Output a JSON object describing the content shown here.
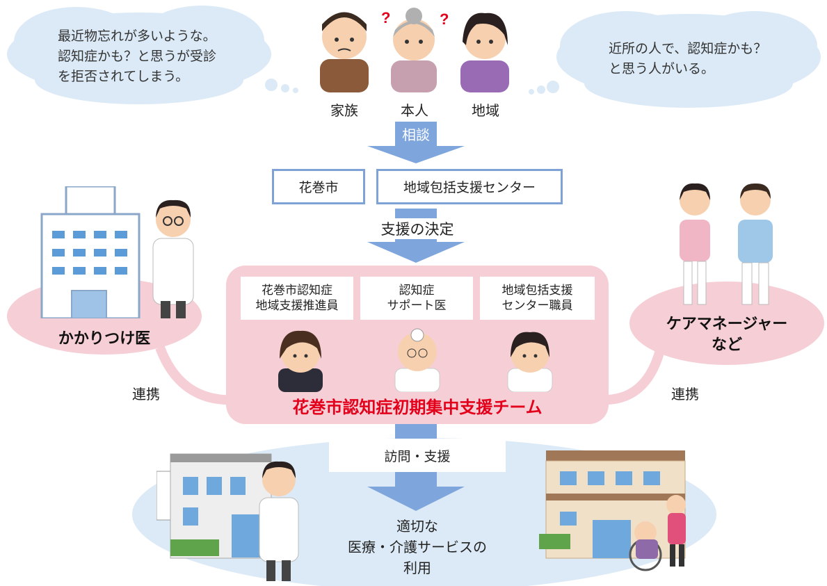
{
  "clouds": {
    "left_text": "最近物忘れが多いような。\n認知症かも？と思うが受診\nを拒否されてしまう。",
    "right_text": "近所の人で、認知症かも？\nと思う人がいる。"
  },
  "people": {
    "family_label": "家族",
    "self_label": "本人",
    "community_label": "地域"
  },
  "flow": {
    "consult_label": "相談",
    "city_box": "花巻市",
    "center_box": "地域包括支援センター",
    "decision_label": "支援の決定",
    "visit_label": "訪問・支援",
    "result_label": "適切な\n医療・介護サービスの\n利用"
  },
  "team": {
    "roles": [
      "花巻市認知症\n地域支援推進員",
      "認知症\nサポート医",
      "地域包括支援\nセンター職員"
    ],
    "name": "花巻市認知症初期集中支援チーム"
  },
  "sides": {
    "left_label": "かかりつけ医",
    "right_label": "ケアマネージャー\nなど",
    "left_link": "連携",
    "right_link": "連携"
  },
  "colors": {
    "arrow_blue": "#7ea6dd",
    "pink_band": "#f6ced6",
    "team_red": "#e3001b",
    "light_blue": "#dbeaf6",
    "box_border": "#7fa2d6"
  }
}
